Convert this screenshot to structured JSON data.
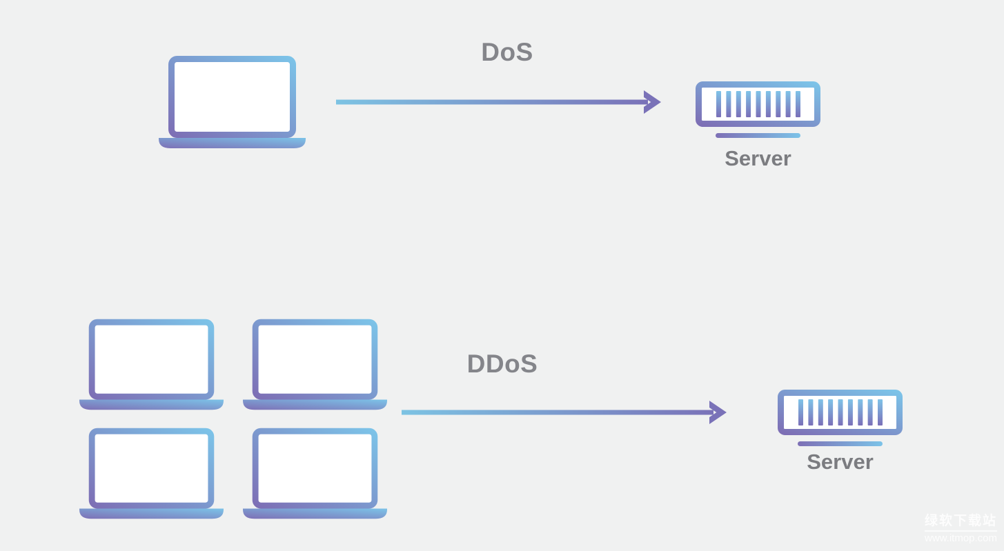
{
  "page": {
    "background_color": "#f0f1f1",
    "description_hint": "DoS vs DDoS attack diagram"
  },
  "palette": {
    "gradient_purple": "#7d6fb5",
    "gradient_blue": "#7cc3e8",
    "arrow_blue": "#7cc3e3",
    "arrow_purple": "#7a72b8",
    "flow_label_gray": "#84858a",
    "server_label_gray": "#7b7c80",
    "watermark_white": "#ffffff"
  },
  "dos_flow": {
    "label": "DoS",
    "attacker_icon": "laptop-icon",
    "attacker_count": 1,
    "arrow_direction": "right",
    "target_icon": "server-icon",
    "target_label": "Server",
    "server_bar_count": 9
  },
  "ddos_flow": {
    "label": "DDoS",
    "attacker_icon": "laptop-icon",
    "attacker_count": 4,
    "arrow_direction": "right",
    "target_icon": "server-icon",
    "target_label": "Server",
    "server_bar_count": 9
  },
  "watermark": {
    "site_name": "绿软下载站",
    "site_url": "www.itmop.com"
  }
}
